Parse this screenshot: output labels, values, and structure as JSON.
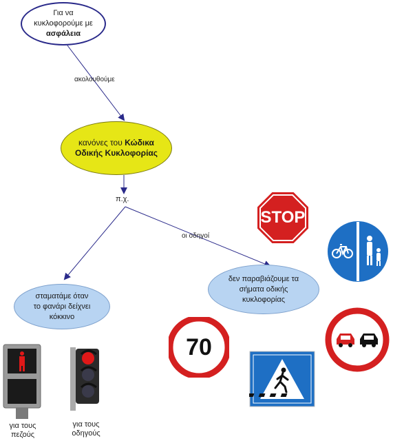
{
  "nodes": {
    "safety": {
      "line1": "Για να",
      "line2": "κυκλοφορούμε με",
      "bold": "ασφάλεια"
    },
    "rules": {
      "prefix": "κανόνες του ",
      "bold1": "Κώδικα",
      "bold2": "Οδικής Κυκλοφορίας"
    },
    "stop_red": {
      "line1": "σταματάμε όταν",
      "line2": "το φανάρι δείχνει",
      "line3": "κόκκινο"
    },
    "signs": {
      "line1": "δεν παραβιάζουμε τα",
      "line2": "σήματα οδικής",
      "line3": "κυκλοφορίας"
    }
  },
  "links": {
    "follow": "ακολουθούμε",
    "example": "π.χ.",
    "drivers": "οι οδηγοί"
  },
  "captions": {
    "pedestrians": {
      "line1": "για τους",
      "line2": "πεζούς"
    },
    "drivers": {
      "line1": "για τους",
      "line2": "οδηγούς"
    }
  },
  "signs": {
    "stop_text": "STOP",
    "speed_limit": "70"
  },
  "colors": {
    "node_yellow": "#e6e616",
    "node_blue": "#b8d4f2",
    "line": "#2a2a8a",
    "sign_red": "#d42020",
    "sign_blue": "#1e6fc4"
  }
}
